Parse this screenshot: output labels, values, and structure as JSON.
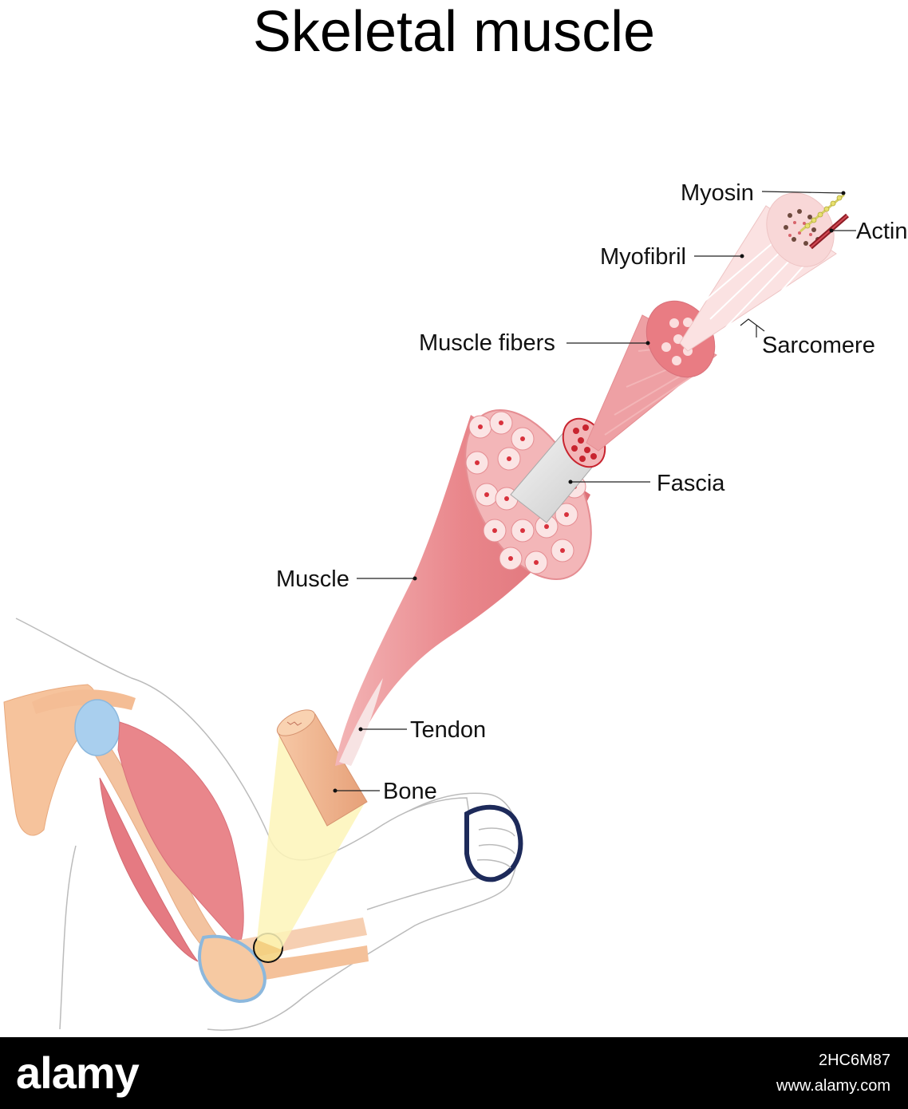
{
  "title": "Skeletal muscle",
  "labels": {
    "myosin": "Myosin",
    "actin": "Actin",
    "myofibril": "Myofibril",
    "sarcomere": "Sarcomere",
    "muscle_fibers": "Muscle fibers",
    "fascia": "Fascia",
    "muscle": "Muscle",
    "tendon": "Tendon",
    "bone": "Bone"
  },
  "watermark": {
    "brand": "alamy",
    "image_id": "2HC6M87",
    "site": "www.alamy.com"
  },
  "colors": {
    "muscle": "#e9868b",
    "muscle_light": "#f6c9c9",
    "myofibril": "#fbe0e0",
    "fascicle": "#c8242f",
    "bone": "#f2b38a",
    "cartilage": "#a9cfee",
    "zoom": "#fdf4b8",
    "footer": "#000000"
  }
}
